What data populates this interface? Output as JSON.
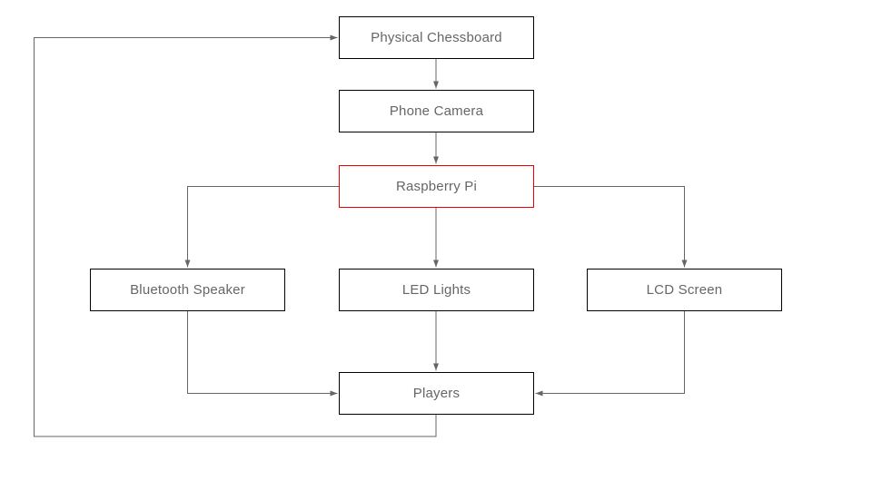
{
  "diagram": {
    "type": "flowchart",
    "nodes": {
      "physical_chessboard": {
        "label": "Physical Chessboard",
        "highlighted": false
      },
      "phone_camera": {
        "label": "Phone Camera",
        "highlighted": false
      },
      "raspberry_pi": {
        "label": "Raspberry Pi",
        "highlighted": true
      },
      "bluetooth_speaker": {
        "label": "Bluetooth Speaker",
        "highlighted": false
      },
      "led_lights": {
        "label": "LED Lights",
        "highlighted": false
      },
      "lcd_screen": {
        "label": "LCD Screen",
        "highlighted": false
      },
      "players": {
        "label": "Players",
        "highlighted": false
      }
    },
    "edges": [
      {
        "from": "physical_chessboard",
        "to": "phone_camera"
      },
      {
        "from": "phone_camera",
        "to": "raspberry_pi"
      },
      {
        "from": "raspberry_pi",
        "to": "bluetooth_speaker"
      },
      {
        "from": "raspberry_pi",
        "to": "led_lights"
      },
      {
        "from": "raspberry_pi",
        "to": "lcd_screen"
      },
      {
        "from": "bluetooth_speaker",
        "to": "players"
      },
      {
        "from": "led_lights",
        "to": "players"
      },
      {
        "from": "lcd_screen",
        "to": "players"
      },
      {
        "from": "players",
        "to": "physical_chessboard"
      }
    ],
    "colors": {
      "background": "#ffffff",
      "node_border": "#000000",
      "highlight_border": "#ee0000",
      "connector": "#666666",
      "label_text": "#666666"
    }
  }
}
